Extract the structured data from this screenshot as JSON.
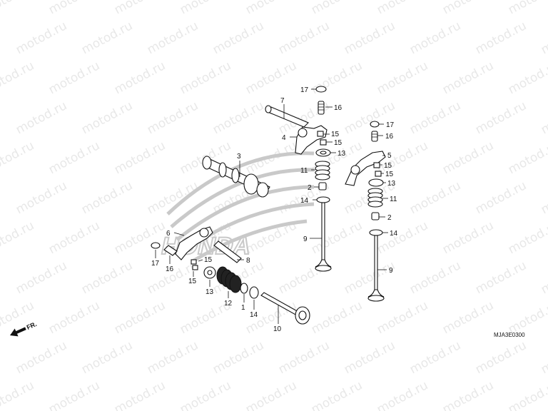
{
  "watermark": {
    "text": "motod.ru"
  },
  "diagram_code": "MJA3E0300",
  "front_marker": {
    "text": "FR."
  },
  "logo": {
    "text": "HONDA"
  },
  "callouts": [
    {
      "id": "c-17-top",
      "text": "17"
    },
    {
      "id": "c-16-top",
      "text": "16"
    },
    {
      "id": "c-7",
      "text": "7"
    },
    {
      "id": "c-4",
      "text": "4"
    },
    {
      "id": "c-15a",
      "text": "15"
    },
    {
      "id": "c-15b",
      "text": "15"
    },
    {
      "id": "c-13a",
      "text": "13"
    },
    {
      "id": "c-3",
      "text": "3"
    },
    {
      "id": "c-11a",
      "text": "11"
    },
    {
      "id": "c-2a",
      "text": "2"
    },
    {
      "id": "c-14a",
      "text": "14"
    },
    {
      "id": "c-9a",
      "text": "9"
    },
    {
      "id": "c-17-right",
      "text": "17"
    },
    {
      "id": "c-16-right",
      "text": "16"
    },
    {
      "id": "c-5",
      "text": "5"
    },
    {
      "id": "c-15c",
      "text": "15"
    },
    {
      "id": "c-15d",
      "text": "15"
    },
    {
      "id": "c-13b",
      "text": "13"
    },
    {
      "id": "c-11b",
      "text": "11"
    },
    {
      "id": "c-2b",
      "text": "2"
    },
    {
      "id": "c-14b",
      "text": "14"
    },
    {
      "id": "c-9b",
      "text": "9"
    },
    {
      "id": "c-6",
      "text": "6"
    },
    {
      "id": "c-8",
      "text": "8"
    },
    {
      "id": "c-15e",
      "text": "15"
    },
    {
      "id": "c-17-left",
      "text": "17"
    },
    {
      "id": "c-16-left",
      "text": "16"
    },
    {
      "id": "c-15f",
      "text": "15"
    },
    {
      "id": "c-13c",
      "text": "13"
    },
    {
      "id": "c-12",
      "text": "12"
    },
    {
      "id": "c-1",
      "text": "1"
    },
    {
      "id": "c-14c",
      "text": "14"
    },
    {
      "id": "c-10",
      "text": "10"
    }
  ]
}
